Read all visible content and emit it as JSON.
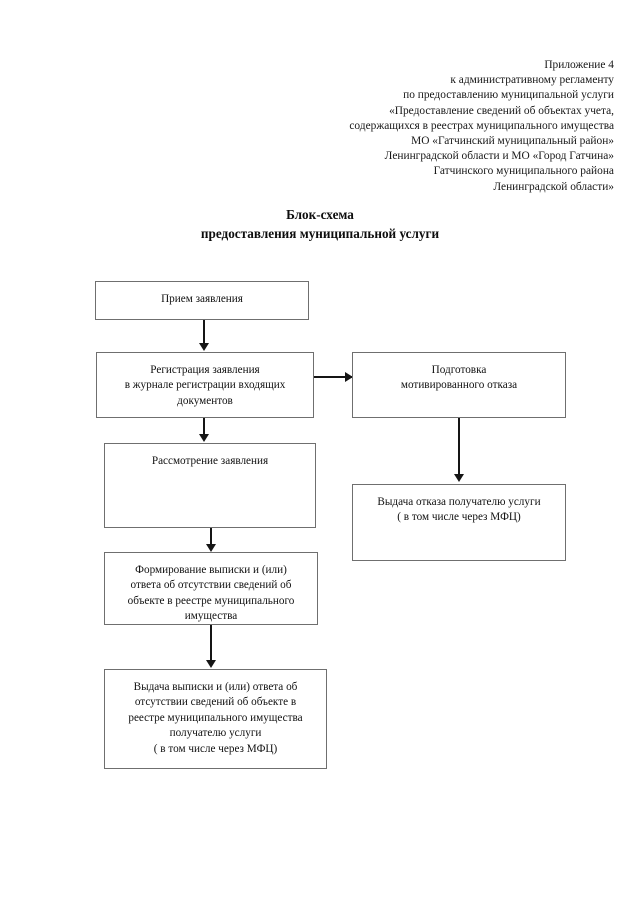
{
  "header": {
    "lines": [
      "Приложение 4",
      "к административному регламенту",
      "по предоставлению муниципальной услуги",
      "«Предоставление сведений об объектах учета,",
      "содержащихся в реестрах муниципального имущества",
      "МО «Гатчинский муниципальный район»",
      "Ленинградской области и МО «Город Гатчина»",
      "Гатчинского муниципального района",
      "Ленинградской области»"
    ]
  },
  "title": {
    "line1": "Блок-схема",
    "line2": "предоставления муниципальной услуги"
  },
  "flowchart": {
    "type": "flow-diagram",
    "nodes": [
      {
        "id": "priem",
        "label": "Прием заявления",
        "lines": [
          "Прием заявления"
        ]
      },
      {
        "id": "registraciya",
        "label": "Регистрация заявления в журнале регистрации входящих документов",
        "lines": [
          "Регистрация заявления",
          "в журнале регистрации входящих",
          "документов"
        ]
      },
      {
        "id": "podgotovka-otkaza",
        "label": "Подготовка мотивированного отказа",
        "lines": [
          "Подготовка",
          "мотивированного отказа"
        ]
      },
      {
        "id": "rassmotrenie",
        "label": "Рассмотрение заявления",
        "lines": [
          "Рассмотрение заявления"
        ]
      },
      {
        "id": "vydacha-otkaza",
        "label": "Выдача отказа получателю услуги ( в том числе через МФЦ)",
        "lines": [
          "Выдача отказа получателю услуги",
          "( в том числе через МФЦ)"
        ]
      },
      {
        "id": "formirovanie",
        "label": "Формирование выписки и (или) ответа об отсутствии сведений об объекте в реестре муниципального имущества",
        "lines": [
          "Формирование выписки и (или)",
          "ответа об отсутствии сведений об",
          "объекте в реестре муниципального",
          "имущества"
        ]
      },
      {
        "id": "vydacha-vypiski",
        "label": "Выдача выписки и (или) ответа об отсутствии сведений об объекте в реестре муниципального имущества получателю услуги ( в том числе через МФЦ)",
        "lines": [
          "Выдача выписки и (или) ответа об",
          "отсутствии сведений об объекте в",
          "реестре муниципального имущества",
          "получателю услуги",
          "( в том числе через МФЦ)"
        ]
      }
    ],
    "edges": [
      {
        "from": "priem",
        "to": "registraciya",
        "direction": "down"
      },
      {
        "from": "registraciya",
        "to": "rassmotrenie",
        "direction": "down"
      },
      {
        "from": "registraciya",
        "to": "podgotovka-otkaza",
        "direction": "right"
      },
      {
        "from": "podgotovka-otkaza",
        "to": "vydacha-otkaza",
        "direction": "down"
      },
      {
        "from": "rassmotrenie",
        "to": "formirovanie",
        "direction": "down"
      },
      {
        "from": "formirovanie",
        "to": "vydacha-vypiski",
        "direction": "down"
      }
    ]
  },
  "colors": {
    "box_border": "#6f6f6f",
    "connector": "#151515",
    "text": "#111111",
    "background": "#ffffff"
  }
}
